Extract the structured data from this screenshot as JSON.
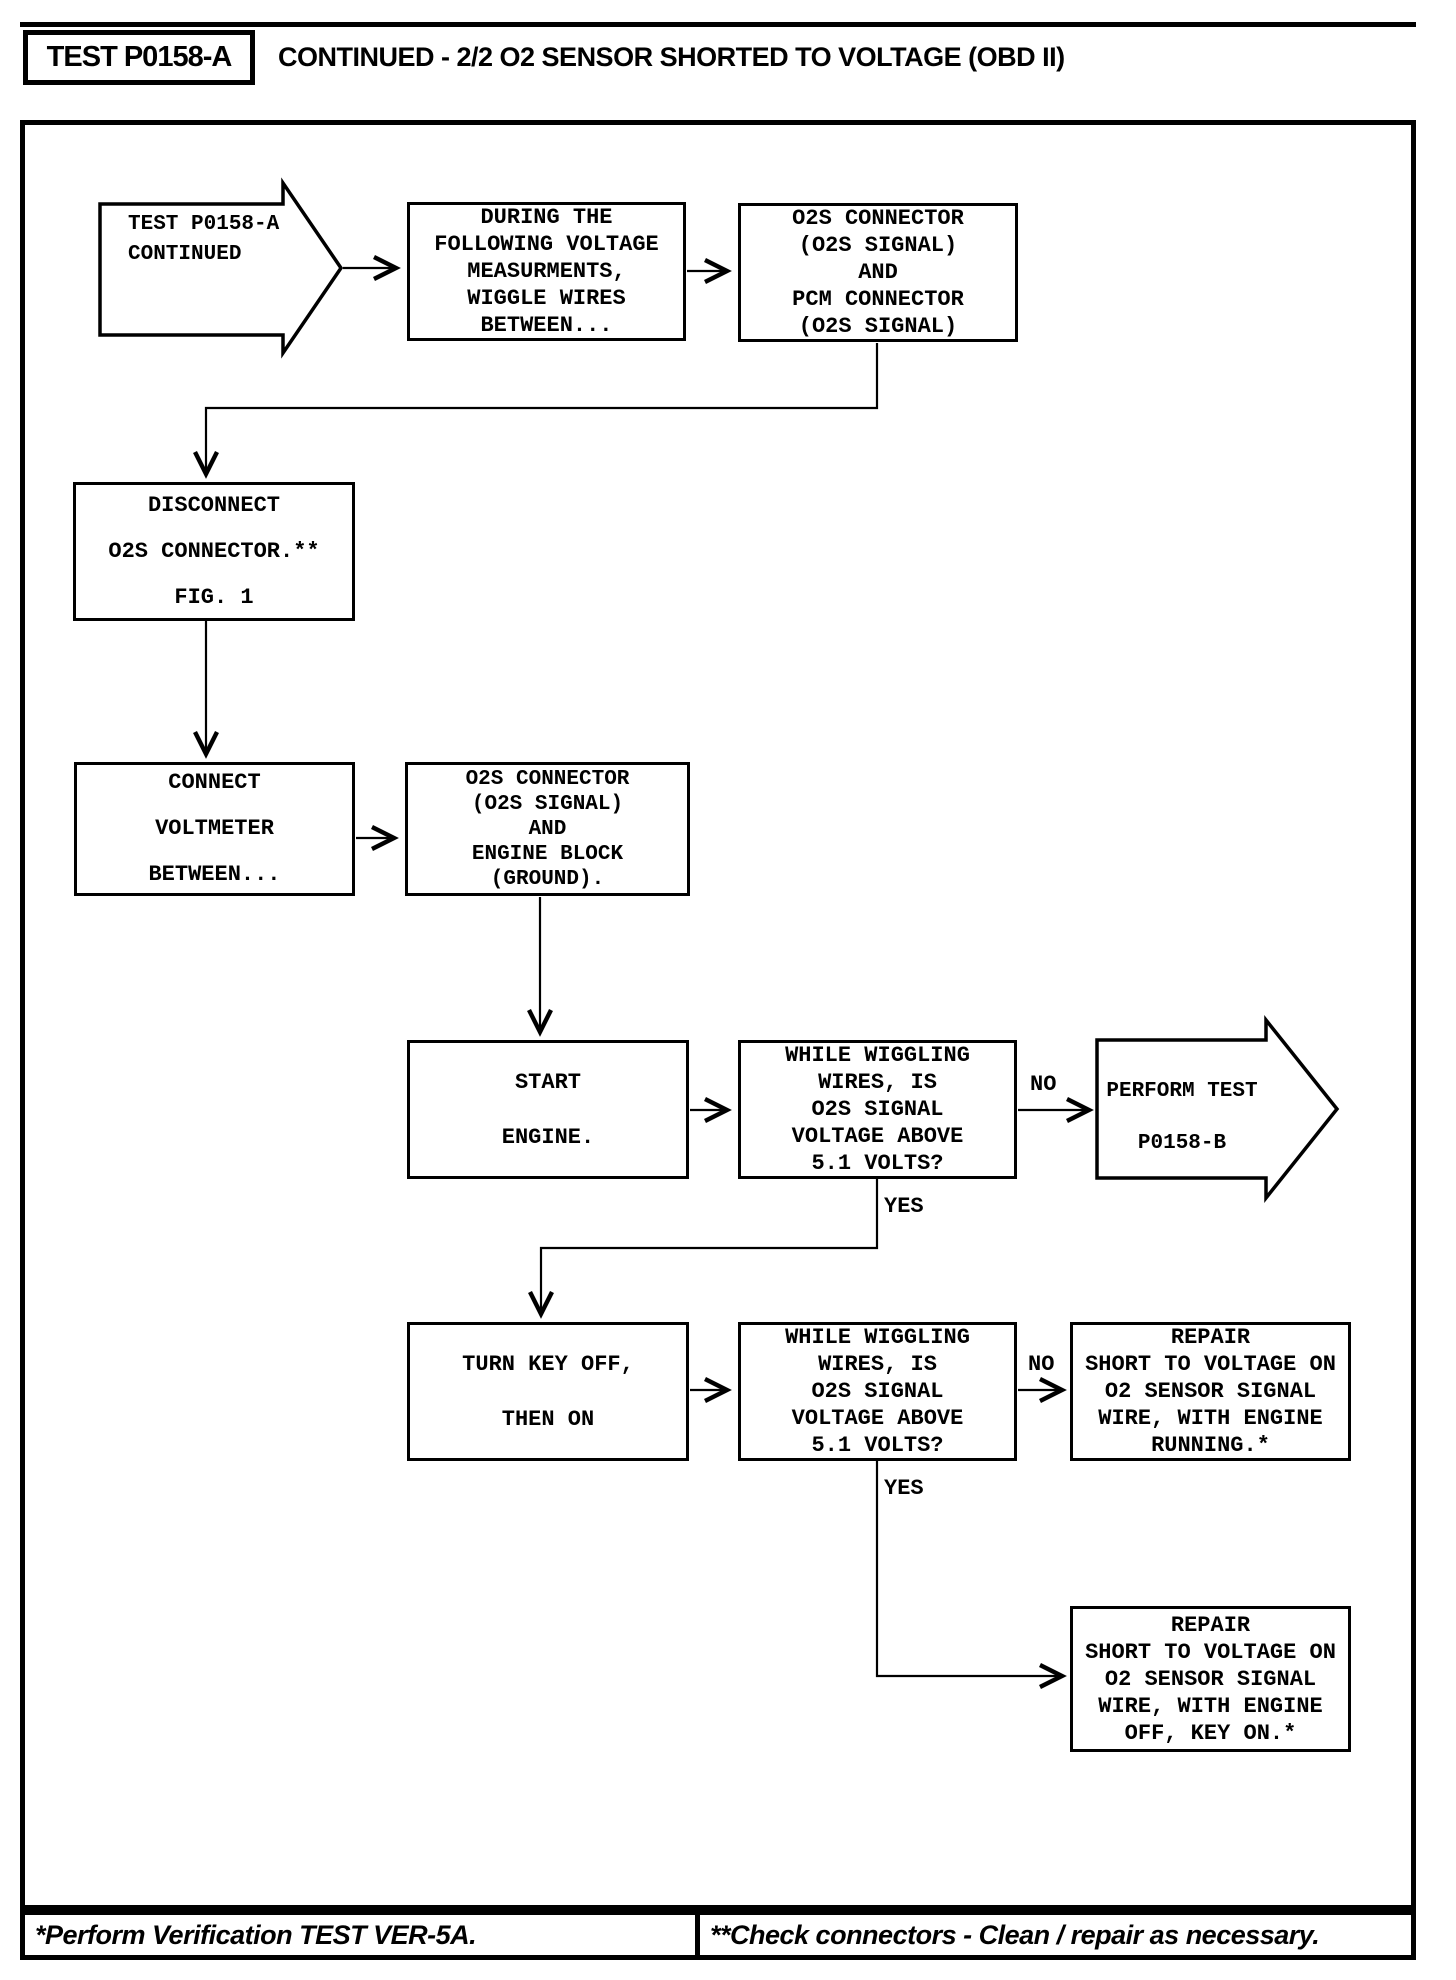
{
  "header": {
    "test_id": "TEST P0158-A",
    "title": "CONTINUED - 2/2 O2 SENSOR SHORTED TO VOLTAGE (OBD II)"
  },
  "flowchart": {
    "nodes": {
      "continue_arrow": "TEST P0158-A\nCONTINUED",
      "wiggle_instruction": "DURING THE\nFOLLOWING VOLTAGE\nMEASURMENTS,\nWIGGLE WIRES\nBETWEEN...",
      "o2s_pcm_connectors": "O2S CONNECTOR\n(O2S SIGNAL)\nAND\nPCM CONNECTOR\n(O2S SIGNAL)",
      "disconnect_o2s": "DISCONNECT\nO2S CONNECTOR.**\nFIG. 1",
      "connect_voltmeter": "CONNECT\nVOLTMETER\nBETWEEN...",
      "o2s_engine_ground": "O2S CONNECTOR\n(O2S SIGNAL)\nAND\nENGINE BLOCK\n(GROUND).",
      "start_engine": "START\nENGINE.",
      "voltage_question_running": "WHILE WIGGLING\nWIRES, IS\nO2S SIGNAL\nVOLTAGE ABOVE\n5.1 VOLTS?",
      "perform_test": "PERFORM TEST\nP0158-B",
      "turn_key": "TURN KEY OFF,\nTHEN ON",
      "voltage_question_key_on": "WHILE WIGGLING\nWIRES, IS\nO2S SIGNAL\nVOLTAGE ABOVE\n5.1 VOLTS?",
      "repair_engine_running": "REPAIR\nSHORT TO VOLTAGE ON\nO2 SENSOR SIGNAL\nWIRE, WITH ENGINE\nRUNNING.*",
      "repair_key_on": "REPAIR\nSHORT TO VOLTAGE ON\nO2 SENSOR SIGNAL\nWIRE, WITH ENGINE\nOFF, KEY ON.*"
    },
    "edge_labels": {
      "no_1": "NO",
      "yes_1": "YES",
      "no_2": "NO",
      "yes_2": "YES"
    }
  },
  "footer": {
    "left_note": "*Perform Verification TEST VER-5A.",
    "right_note": "**Check connectors - Clean / repair as necessary."
  },
  "colors": {
    "ink": "#000000",
    "paper": "#ffffff"
  }
}
